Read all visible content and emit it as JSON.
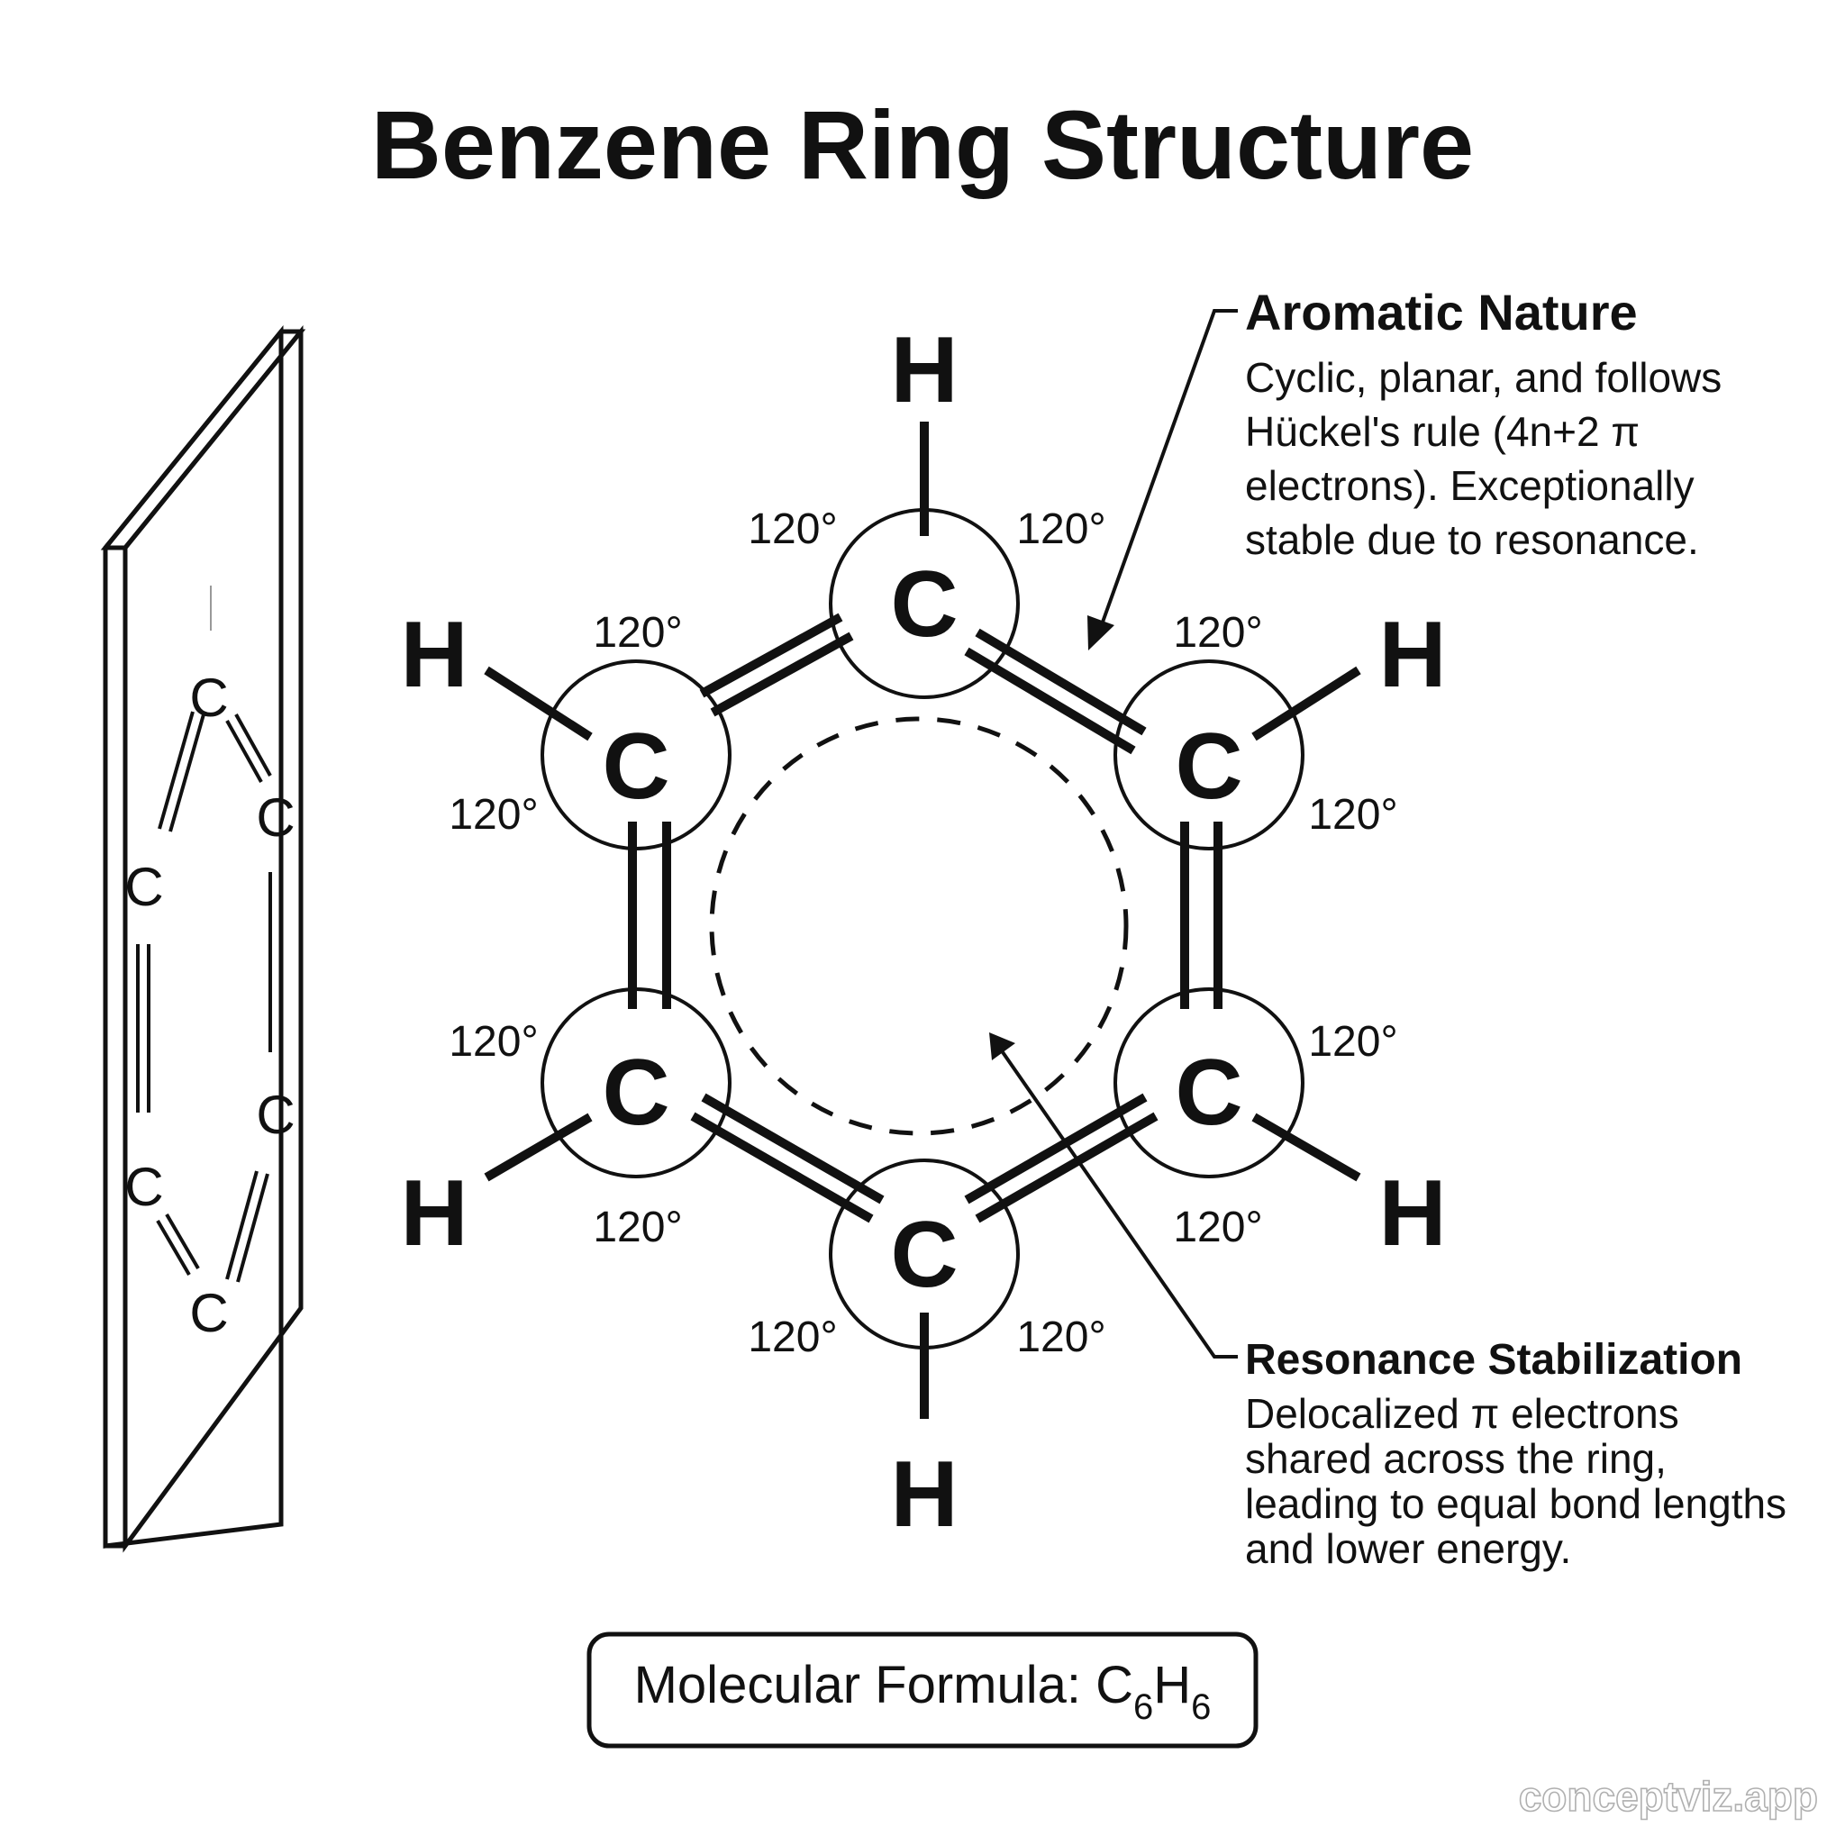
{
  "title": "Benzene Ring Structure",
  "atoms": {
    "carbon_symbol": "C",
    "hydrogen_symbol": "H"
  },
  "bond_angle_label": "120°",
  "annotations": {
    "aromatic": {
      "title": "Aromatic Nature",
      "lines": [
        "Cyclic, planar, and follows",
        "Hückel's rule (4n+2 π",
        "electrons). Exceptionally",
        "stable due to resonance."
      ]
    },
    "resonance": {
      "title": "Resonance Stabilization",
      "lines": [
        "Delocalized π electrons",
        "shared across the ring,",
        "leading to equal bond lengths",
        "and lower energy."
      ]
    }
  },
  "formula": {
    "label": "Molecular Formula: C",
    "carbon_count": "6",
    "hydrogen_symbol": "H",
    "hydrogen_count": "6"
  },
  "watermark": "conceptviz.app"
}
